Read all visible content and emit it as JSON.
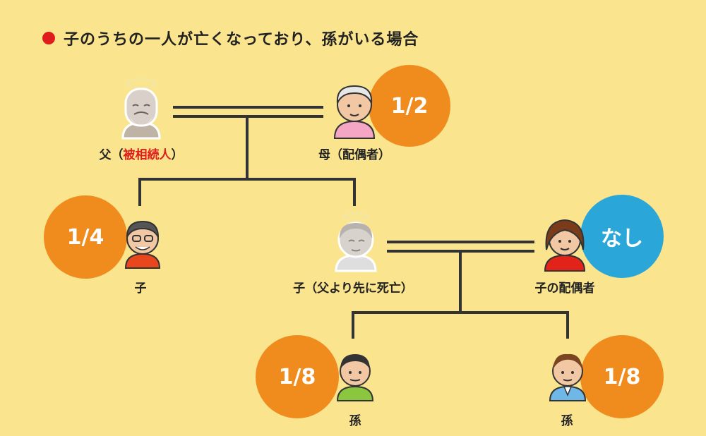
{
  "title": "子のうちの一人が亡くなっており、孫がいる場合",
  "colors": {
    "background": "#fbe48e",
    "line": "#333333",
    "orange": "#f08c1e",
    "blue": "#2aa7d8",
    "red": "#e01b1b"
  },
  "people": {
    "father": {
      "label": "父（",
      "label_red": "被相続人",
      "label_end": "）"
    },
    "mother": {
      "label": "母（配偶者）",
      "share": "1/2"
    },
    "child1": {
      "label": "子",
      "share": "1/4"
    },
    "child2": {
      "label": "子（父より先に死亡）"
    },
    "child2_spouse": {
      "label": "子の配偶者",
      "share": "なし"
    },
    "grandchild1": {
      "label": "孫",
      "share": "1/8"
    },
    "grandchild2": {
      "label": "孫",
      "share": "1/8"
    }
  }
}
